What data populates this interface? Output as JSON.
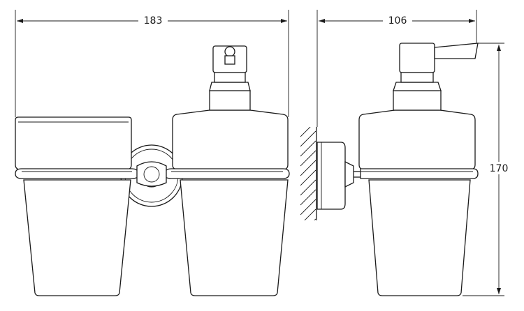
{
  "dimensions": {
    "width_front": "183",
    "width_side": "106",
    "height": "170"
  },
  "colors": {
    "line": "#1a1a1a",
    "background": "#ffffff"
  }
}
